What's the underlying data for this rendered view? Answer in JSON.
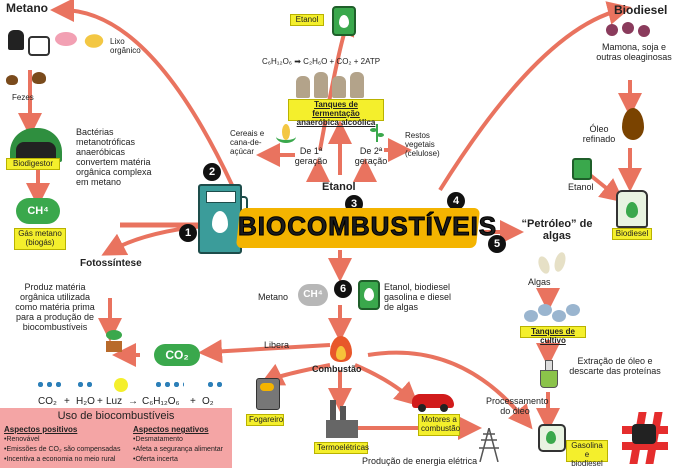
{
  "title": "BIOCOMBUSTÍVEIS",
  "colors": {
    "arrow": "#e9735f",
    "yellow": "#f4ef2c",
    "panel": "#f4a5a5",
    "green": "#2f8f3f",
    "teal": "#3b9c9a"
  },
  "metano": {
    "title": "Metano",
    "lixo": "Lixo orgânico",
    "fezes": "Fezes",
    "bacterias": "Bactérias metanotróficas anaeróbicas convertem matéria orgânica complexa em metano",
    "biodigestor": "Biodigestor",
    "ch4": "CH⁴",
    "gas": "Gás metano (biogás)"
  },
  "fotossintese": {
    "title": "Fotossíntese",
    "text": "Produz matéria orgânica utilizada como matéria prima para a produção de biocombustíveis"
  },
  "etanol": {
    "top_label": "Etanol",
    "formula": "C₆H₁₂O₆  ➡  C₂H₆O + CO₂ + 2ATP",
    "tanques": "Tanques de fermentação anaeróbica alcoólica",
    "cereais": "Cereais e cana-de-açúcar",
    "restos": "Restos vegetais (celulose)",
    "g1": "De 1ª geração",
    "g2": "De 2ª geração",
    "label": "Etanol"
  },
  "biodiesel": {
    "title": "Biodiesel",
    "fontes": "Mamona, soja e outras oleaginosas",
    "oleo": "Óleo refinado",
    "etanol": "Etanol",
    "badge": "Biodiesel"
  },
  "algas": {
    "title": "“Petróleo” de algas",
    "algas": "Algas",
    "tanques": "Tanques de cultivo",
    "extracao": "Extração de óleo e descarte das proteínas",
    "processamento": "Processamento do óleo",
    "badge": "Gasolina e biodiesel"
  },
  "center": {
    "metano": "Metano",
    "ch4": "CH⁴",
    "produtos": "Etanol, biodiesel gasolina e diesel de algas",
    "libera": "Libera",
    "co2": "CO₂",
    "combustao": "Combustão",
    "fogareiro": "Fogareiro",
    "termo": "Termoelétricas",
    "motores": "Motores a combustão",
    "energia": "Produção de energia elétrica"
  },
  "equation": [
    "CO₂",
    "+",
    "H₂O",
    "+",
    "Luz",
    "→",
    "C₆H₁₂O₆",
    "+",
    "O₂"
  ],
  "numbers": [
    "1",
    "2",
    "3",
    "4",
    "5",
    "6"
  ],
  "uso": {
    "title": "Uso de biocombustíveis",
    "pos_title": "Aspectos positivos",
    "neg_title": "Aspectos negativos",
    "pos": [
      "•Renovável",
      "•Emissões de CO₂ são compensadas",
      "•Incentiva a economia no meio rural"
    ],
    "neg": [
      "•Desmatamento",
      "•Afeta a segurança alimentar",
      "•Oferta incerta"
    ]
  }
}
